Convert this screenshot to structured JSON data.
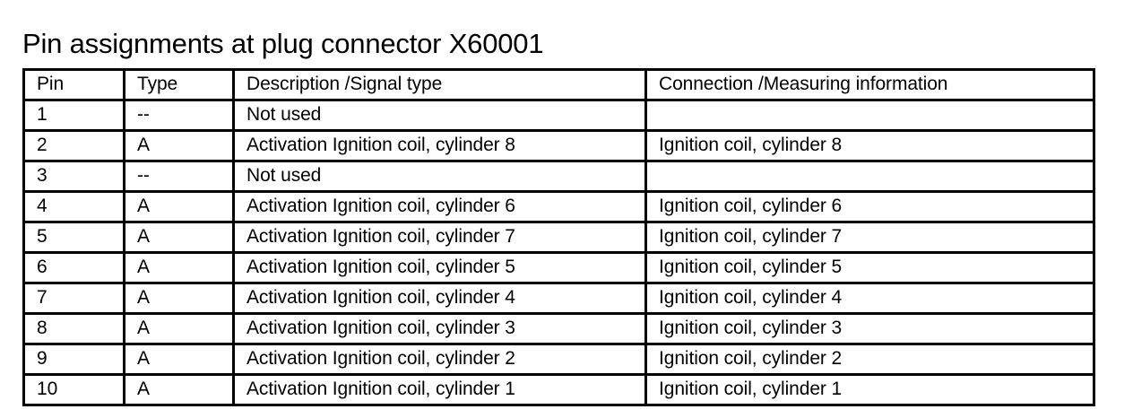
{
  "title": "Pin assignments at plug connector X60001",
  "table": {
    "columns": [
      {
        "key": "pin",
        "label": "Pin"
      },
      {
        "key": "type",
        "label": "Type"
      },
      {
        "key": "desc",
        "label": "Description /Signal type"
      },
      {
        "key": "conn",
        "label": "Connection /Measuring information"
      }
    ],
    "rows": [
      {
        "pin": "1",
        "type": "--",
        "desc": "Not used",
        "conn": ""
      },
      {
        "pin": "2",
        "type": "A",
        "desc": "Activation Ignition coil, cylinder 8",
        "conn": "Ignition coil, cylinder 8"
      },
      {
        "pin": "3",
        "type": "--",
        "desc": "Not used",
        "conn": ""
      },
      {
        "pin": "4",
        "type": "A",
        "desc": "Activation Ignition coil, cylinder 6",
        "conn": "Ignition coil, cylinder 6"
      },
      {
        "pin": "5",
        "type": "A",
        "desc": "Activation Ignition coil, cylinder 7",
        "conn": "Ignition coil, cylinder 7"
      },
      {
        "pin": "6",
        "type": "A",
        "desc": "Activation Ignition coil, cylinder 5",
        "conn": "Ignition coil, cylinder 5"
      },
      {
        "pin": "7",
        "type": "A",
        "desc": "Activation Ignition coil, cylinder 4",
        "conn": "Ignition coil, cylinder 4"
      },
      {
        "pin": "8",
        "type": "A",
        "desc": "Activation Ignition coil, cylinder 3",
        "conn": "Ignition coil, cylinder 3"
      },
      {
        "pin": "9",
        "type": "A",
        "desc": "Activation Ignition coil, cylinder 2",
        "conn": "Ignition coil, cylinder 2"
      },
      {
        "pin": "10",
        "type": "A",
        "desc": "Activation Ignition coil, cylinder 1",
        "conn": "Ignition coil, cylinder 1"
      }
    ]
  },
  "colors": {
    "background": "#ffffff",
    "text": "#000000",
    "border": "#000000"
  }
}
